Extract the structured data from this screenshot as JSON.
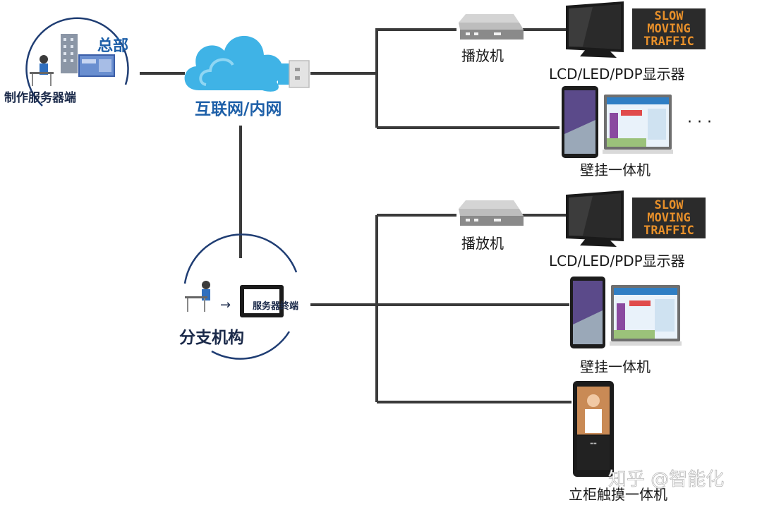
{
  "hq": {
    "title": "总部",
    "server_label": "制作服务器端"
  },
  "cloud": {
    "label": "互联网/内网"
  },
  "branch": {
    "title": "分支机构",
    "terminal_label": "服务器终端"
  },
  "players": [
    {
      "label": "播放机"
    },
    {
      "label": "播放机"
    }
  ],
  "displays": [
    {
      "label": "LCD/LED/PDP显示器",
      "sign_lines": [
        "SLOW",
        "MOVING",
        "TRAFFIC"
      ]
    },
    {
      "label": "LCD/LED/PDP显示器",
      "sign_lines": [
        "SLOW",
        "MOVING",
        "TRAFFIC"
      ]
    }
  ],
  "wall_units": [
    {
      "label": "壁挂一体机"
    },
    {
      "label": "壁挂一体机"
    }
  ],
  "kiosk": {
    "label": "立柜触摸一体机"
  },
  "ellipsis": "· · ·",
  "watermark": "知乎 @智能化",
  "colors": {
    "cloud": "#3fb3e6",
    "brand_text": "#1d5fa8",
    "line": "#3a3a3a",
    "led": "#e8902a"
  }
}
